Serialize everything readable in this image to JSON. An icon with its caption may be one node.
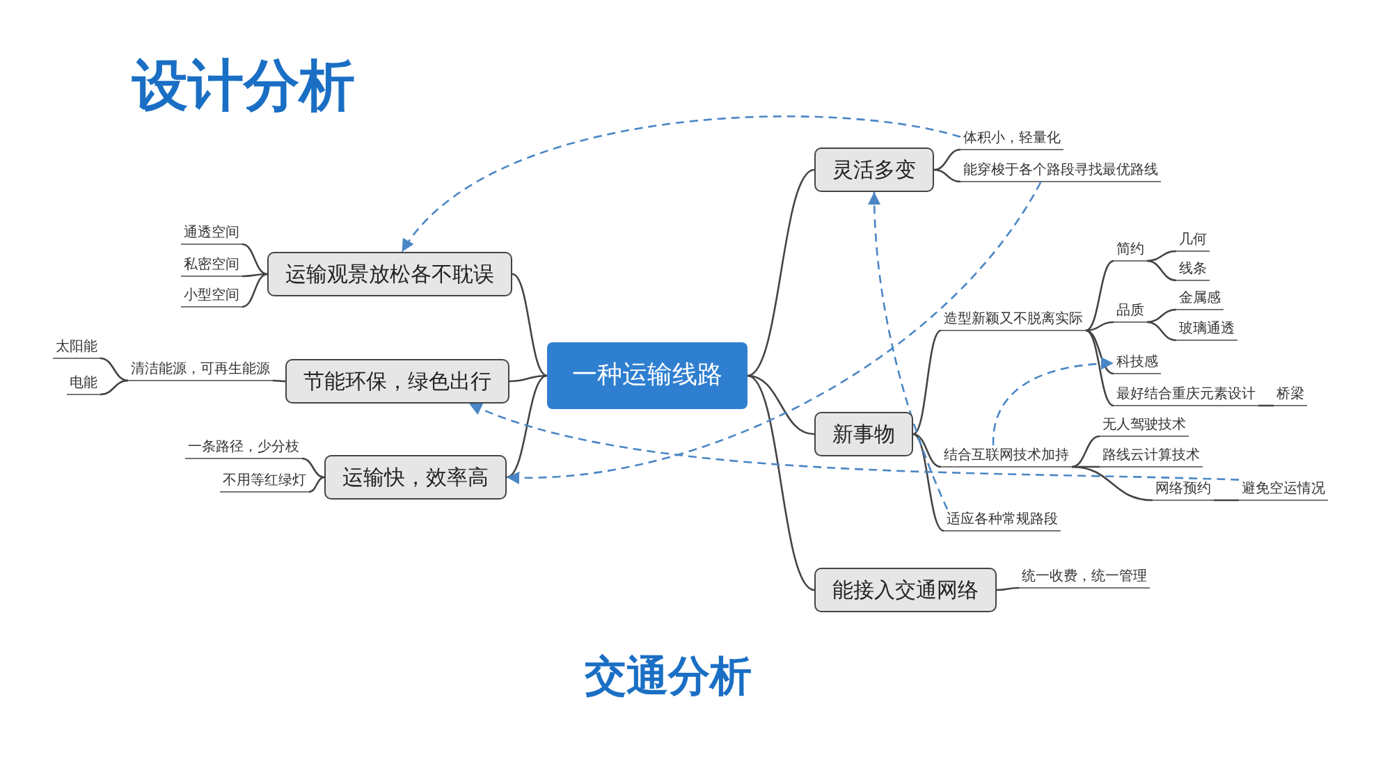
{
  "diagram": {
    "title": "设计分析",
    "nodes": [
      {
        "text": [
          "一种运输线路"
        ]
      },
      {
        "text": [
          "灵活多变"
        ]
      },
      {
        "text": [
          "体积小，轻量化"
        ]
      },
      {
        "text": [
          "能穿梭于各个路段寻找最优路线"
        ]
      },
      {
        "text": [
          "运输观景放松各不耽误"
        ]
      },
      {
        "text": [
          "通透空间"
        ]
      },
      {
        "text": [
          "私密空间"
        ]
      },
      {
        "text": [
          "小型空间"
        ]
      },
      {
        "text": [
          "节能环保，绿色出行"
        ]
      },
      {
        "text": [
          "清洁能源，可再生能源"
        ]
      },
      {
        "text": [
          "太阳能"
        ]
      },
      {
        "text": [
          "电能"
        ]
      },
      {
        "text": [
          "运输快，效率高"
        ]
      },
      {
        "text": [
          "一条路径，少分枝"
        ]
      },
      {
        "text": [
          "不用等红绿灯"
        ]
      },
      {
        "text": [
          "新事物"
        ]
      },
      {
        "text": [
          "造型新颖又不脱离实际"
        ]
      },
      {
        "text": [
          "简约"
        ]
      },
      {
        "text": [
          "几何"
        ]
      },
      {
        "text": [
          "线条"
        ]
      },
      {
        "text": [
          "品质"
        ]
      },
      {
        "text": [
          "金属感"
        ]
      },
      {
        "text": [
          "玻璃通透"
        ]
      },
      {
        "text": [
          "科技感"
        ]
      },
      {
        "text": [
          "最好结合重庆元素设计"
        ]
      },
      {
        "text": [
          "桥梁"
        ]
      },
      {
        "text": [
          "结合互联网技术加持"
        ]
      },
      {
        "text": [
          "无人驾驶技术"
        ]
      },
      {
        "text": [
          "路线云计算技术"
        ]
      },
      {
        "text": [
          "网络预约"
        ]
      },
      {
        "text": [
          "避免空运情况"
        ]
      },
      {
        "text": [
          "适应各种常规路段"
        ]
      },
      {
        "text": [
          "能接入交通网络"
        ]
      },
      {
        "text": [
          "统一收费，统一管理"
        ]
      }
    ],
    "edges": [
      {
        "from": 0,
        "to": 1,
        "arrow": "none"
      },
      {
        "from": 1,
        "to": 2,
        "arrow": "none"
      },
      {
        "from": 1,
        "to": 3,
        "arrow": "none"
      },
      {
        "from": 0,
        "to": 4,
        "arrow": "none"
      },
      {
        "from": 4,
        "to": 5,
        "arrow": "none"
      },
      {
        "from": 4,
        "to": 6,
        "arrow": "none"
      },
      {
        "from": 4,
        "to": 7,
        "arrow": "none"
      },
      {
        "from": 0,
        "to": 8,
        "arrow": "none"
      },
      {
        "from": 8,
        "to": 9,
        "arrow": "none"
      },
      {
        "from": 9,
        "to": 10,
        "arrow": "none"
      },
      {
        "from": 9,
        "to": 11,
        "arrow": "none"
      },
      {
        "from": 0,
        "to": 12,
        "arrow": "none"
      },
      {
        "from": 12,
        "to": 13,
        "arrow": "none"
      },
      {
        "from": 12,
        "to": 14,
        "arrow": "none"
      },
      {
        "from": 0,
        "to": 15,
        "arrow": "none"
      },
      {
        "from": 15,
        "to": 16,
        "arrow": "none"
      },
      {
        "from": 16,
        "to": 17,
        "arrow": "none"
      },
      {
        "from": 17,
        "to": 18,
        "arrow": "none"
      },
      {
        "from": 17,
        "to": 19,
        "arrow": "none"
      },
      {
        "from": 16,
        "to": 20,
        "arrow": "none"
      },
      {
        "from": 20,
        "to": 21,
        "arrow": "none"
      },
      {
        "from": 20,
        "to": 22,
        "arrow": "none"
      },
      {
        "from": 16,
        "to": 23,
        "arrow": "none"
      },
      {
        "from": 16,
        "to": 24,
        "arrow": "none"
      },
      {
        "from": 24,
        "to": 25,
        "arrow": "none"
      },
      {
        "from": 15,
        "to": 26,
        "arrow": "none"
      },
      {
        "from": 26,
        "to": 27,
        "arrow": "none"
      },
      {
        "from": 26,
        "to": 28,
        "arrow": "none"
      },
      {
        "from": 26,
        "to": 29,
        "arrow": "none"
      },
      {
        "from": 29,
        "to": 30,
        "arrow": "none"
      },
      {
        "from": 15,
        "to": 31,
        "arrow": "none"
      },
      {
        "from": 0,
        "to": 32,
        "arrow": "none"
      },
      {
        "from": 32,
        "to": 33,
        "arrow": "none"
      },
      {
        "from": 2,
        "to": 4,
        "arrow": "to",
        "style": "dashed",
        "color": "#4a86c5"
      },
      {
        "from": 3,
        "to": 12,
        "arrow": "to",
        "style": "dashed",
        "color": "#4a86c5"
      },
      {
        "from": 31,
        "to": 1,
        "arrow": "to",
        "style": "dashed",
        "color": "#4a86c5"
      },
      {
        "from": 30,
        "to": 8,
        "arrow": "to",
        "style": "dashed",
        "color": "#4a86c5"
      },
      {
        "from": 26,
        "to": 23,
        "arrow": "to",
        "style": "dashed",
        "color": "#4a86c5"
      }
    ],
    "labels": [
      "交通分析"
    ]
  }
}
